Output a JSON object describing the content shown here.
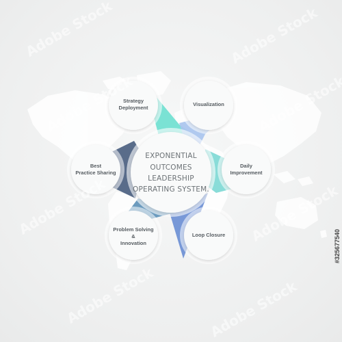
{
  "center": {
    "text": "EXPONENTIAL\nOUTCOMES LEADERSHIP\nOPERATING SYSTEM."
  },
  "nodes": [
    {
      "id": "strategy",
      "label": "Strategy\nDeployment"
    },
    {
      "id": "visualization",
      "label": "Visualization"
    },
    {
      "id": "daily",
      "label": "Daily\nImprovement"
    },
    {
      "id": "loop",
      "label": "Loop Closure"
    },
    {
      "id": "problem",
      "label": "Problem Solving\n&\nInnovation"
    },
    {
      "id": "best",
      "label": "Best\nPractice Sharing"
    }
  ],
  "colors": {
    "background": "#eeefef",
    "map": "#ffffff",
    "petal_strategy": "#6fe0d0",
    "petal_visualization": "#a9c4ee",
    "petal_daily": "#7fd9d5",
    "petal_loop": "#6c8fd4",
    "petal_problem": "#5f93b8",
    "petal_best": "#4b5f80",
    "circle_fill": "#f9fafa",
    "text": "#555b60"
  },
  "watermark": {
    "text": "Adobe Stock",
    "id": "#325677540"
  }
}
